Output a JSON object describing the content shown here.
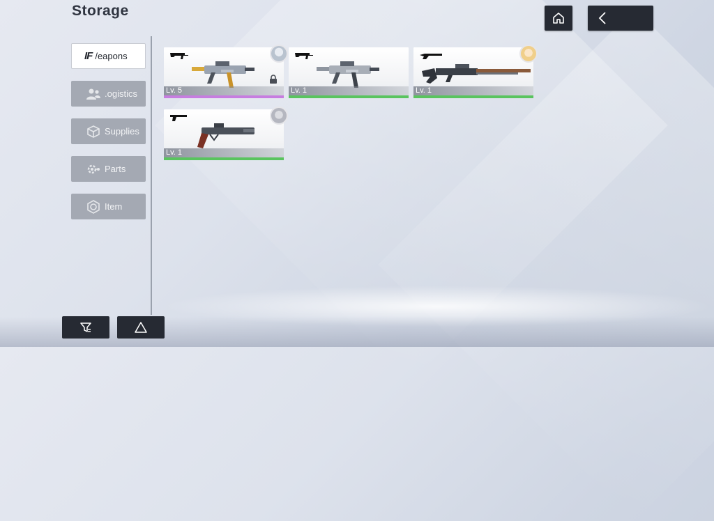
{
  "header": {
    "title": "Storage"
  },
  "nav": {
    "home_icon": "home-icon",
    "back_icon": "back-arrow-icon"
  },
  "categories": [
    {
      "label": "Weapons",
      "brand": "IF",
      "brand_rest": "/eapons",
      "icon": "weapons-brand-icon",
      "active": true
    },
    {
      "label": "Logistics",
      "display": ".ogistics",
      "icon": "people-icon",
      "active": false
    },
    {
      "label": "Supplies",
      "icon": "cube-icon",
      "active": false
    },
    {
      "label": "Parts",
      "icon": "gear-parts-icon",
      "active": false
    },
    {
      "label": "Item",
      "icon": "hexagon-icon",
      "active": false
    }
  ],
  "weapons": [
    {
      "level": "Lv.  5",
      "rarity_color": "#c77de0",
      "avatar": true,
      "avatar_color": "#b9c3cf",
      "locked": true,
      "weapon": "smg"
    },
    {
      "level": "Lv.  1",
      "rarity_color": "#59c45e",
      "avatar": false,
      "locked": false,
      "weapon": "smg"
    },
    {
      "level": "Lv.  1",
      "rarity_color": "#59c45e",
      "avatar": true,
      "avatar_color": "#f0cf8a",
      "locked": false,
      "weapon": "shotgun"
    },
    {
      "level": "Lv.  1",
      "rarity_color": "#59c45e",
      "avatar": true,
      "avatar_color": "#b5b7c0",
      "locked": false,
      "weapon": "pistol"
    }
  ],
  "footer": {
    "filter_icon": "filter-icon",
    "recycle_icon": "triangle-recycle-icon"
  }
}
